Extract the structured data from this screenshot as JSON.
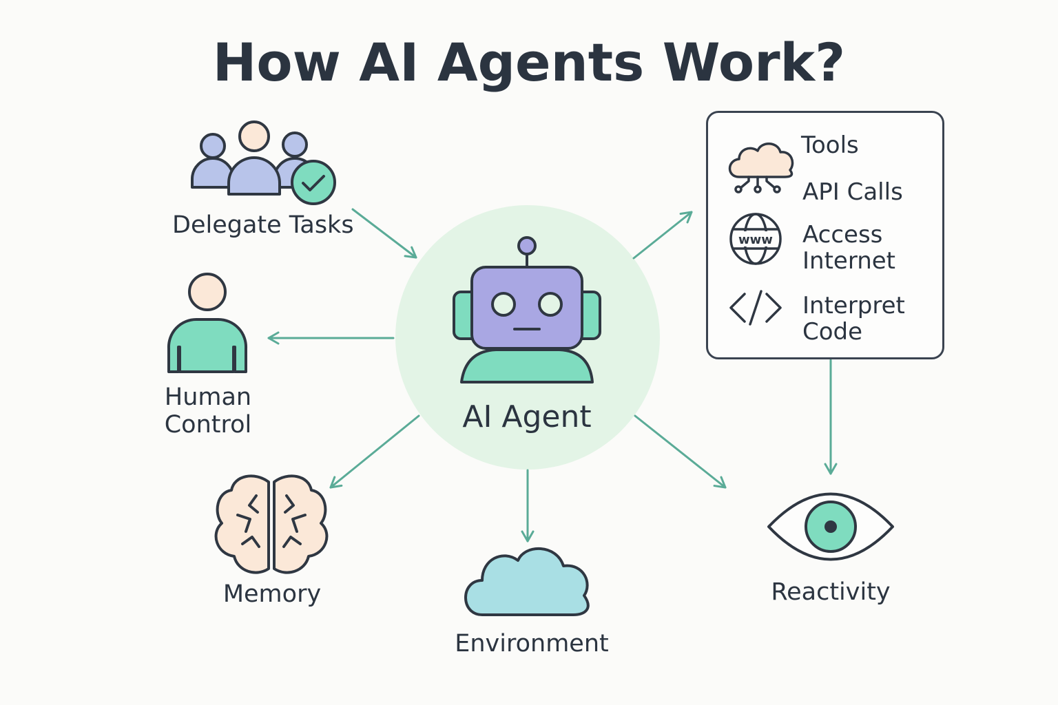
{
  "title": "How AI Agents Work?",
  "center": {
    "label": "AI Agent",
    "icon": "robot-icon"
  },
  "nodes": {
    "delegate": {
      "label": "Delegate Tasks",
      "icon": "team-check-icon"
    },
    "human": {
      "line1": "Human",
      "line2": "Control",
      "icon": "person-icon"
    },
    "memory": {
      "label": "Memory",
      "icon": "brain-icon"
    },
    "environment": {
      "label": "Environment",
      "icon": "cloud-icon"
    },
    "reactivity": {
      "label": "Reactivity",
      "icon": "eye-icon"
    }
  },
  "tools": {
    "heading": "Tools",
    "api": "API Calls",
    "internet_line1": "Access",
    "internet_line2": "Internet",
    "code_line1": "Interpret",
    "code_line2": "Code",
    "www": "www",
    "icons": [
      "cloud-network-icon",
      "globe-icon",
      "code-icon"
    ]
  },
  "colors": {
    "text": "#2b3440",
    "arrow": "#5aab97",
    "center_circle": "#e3f4e6",
    "robot_body": "#a9a7e3",
    "mint": "#7fdcbf",
    "skin": "#fbe8d8",
    "team_blue": "#b8c4ea",
    "cloud": "#a9dfe4"
  }
}
